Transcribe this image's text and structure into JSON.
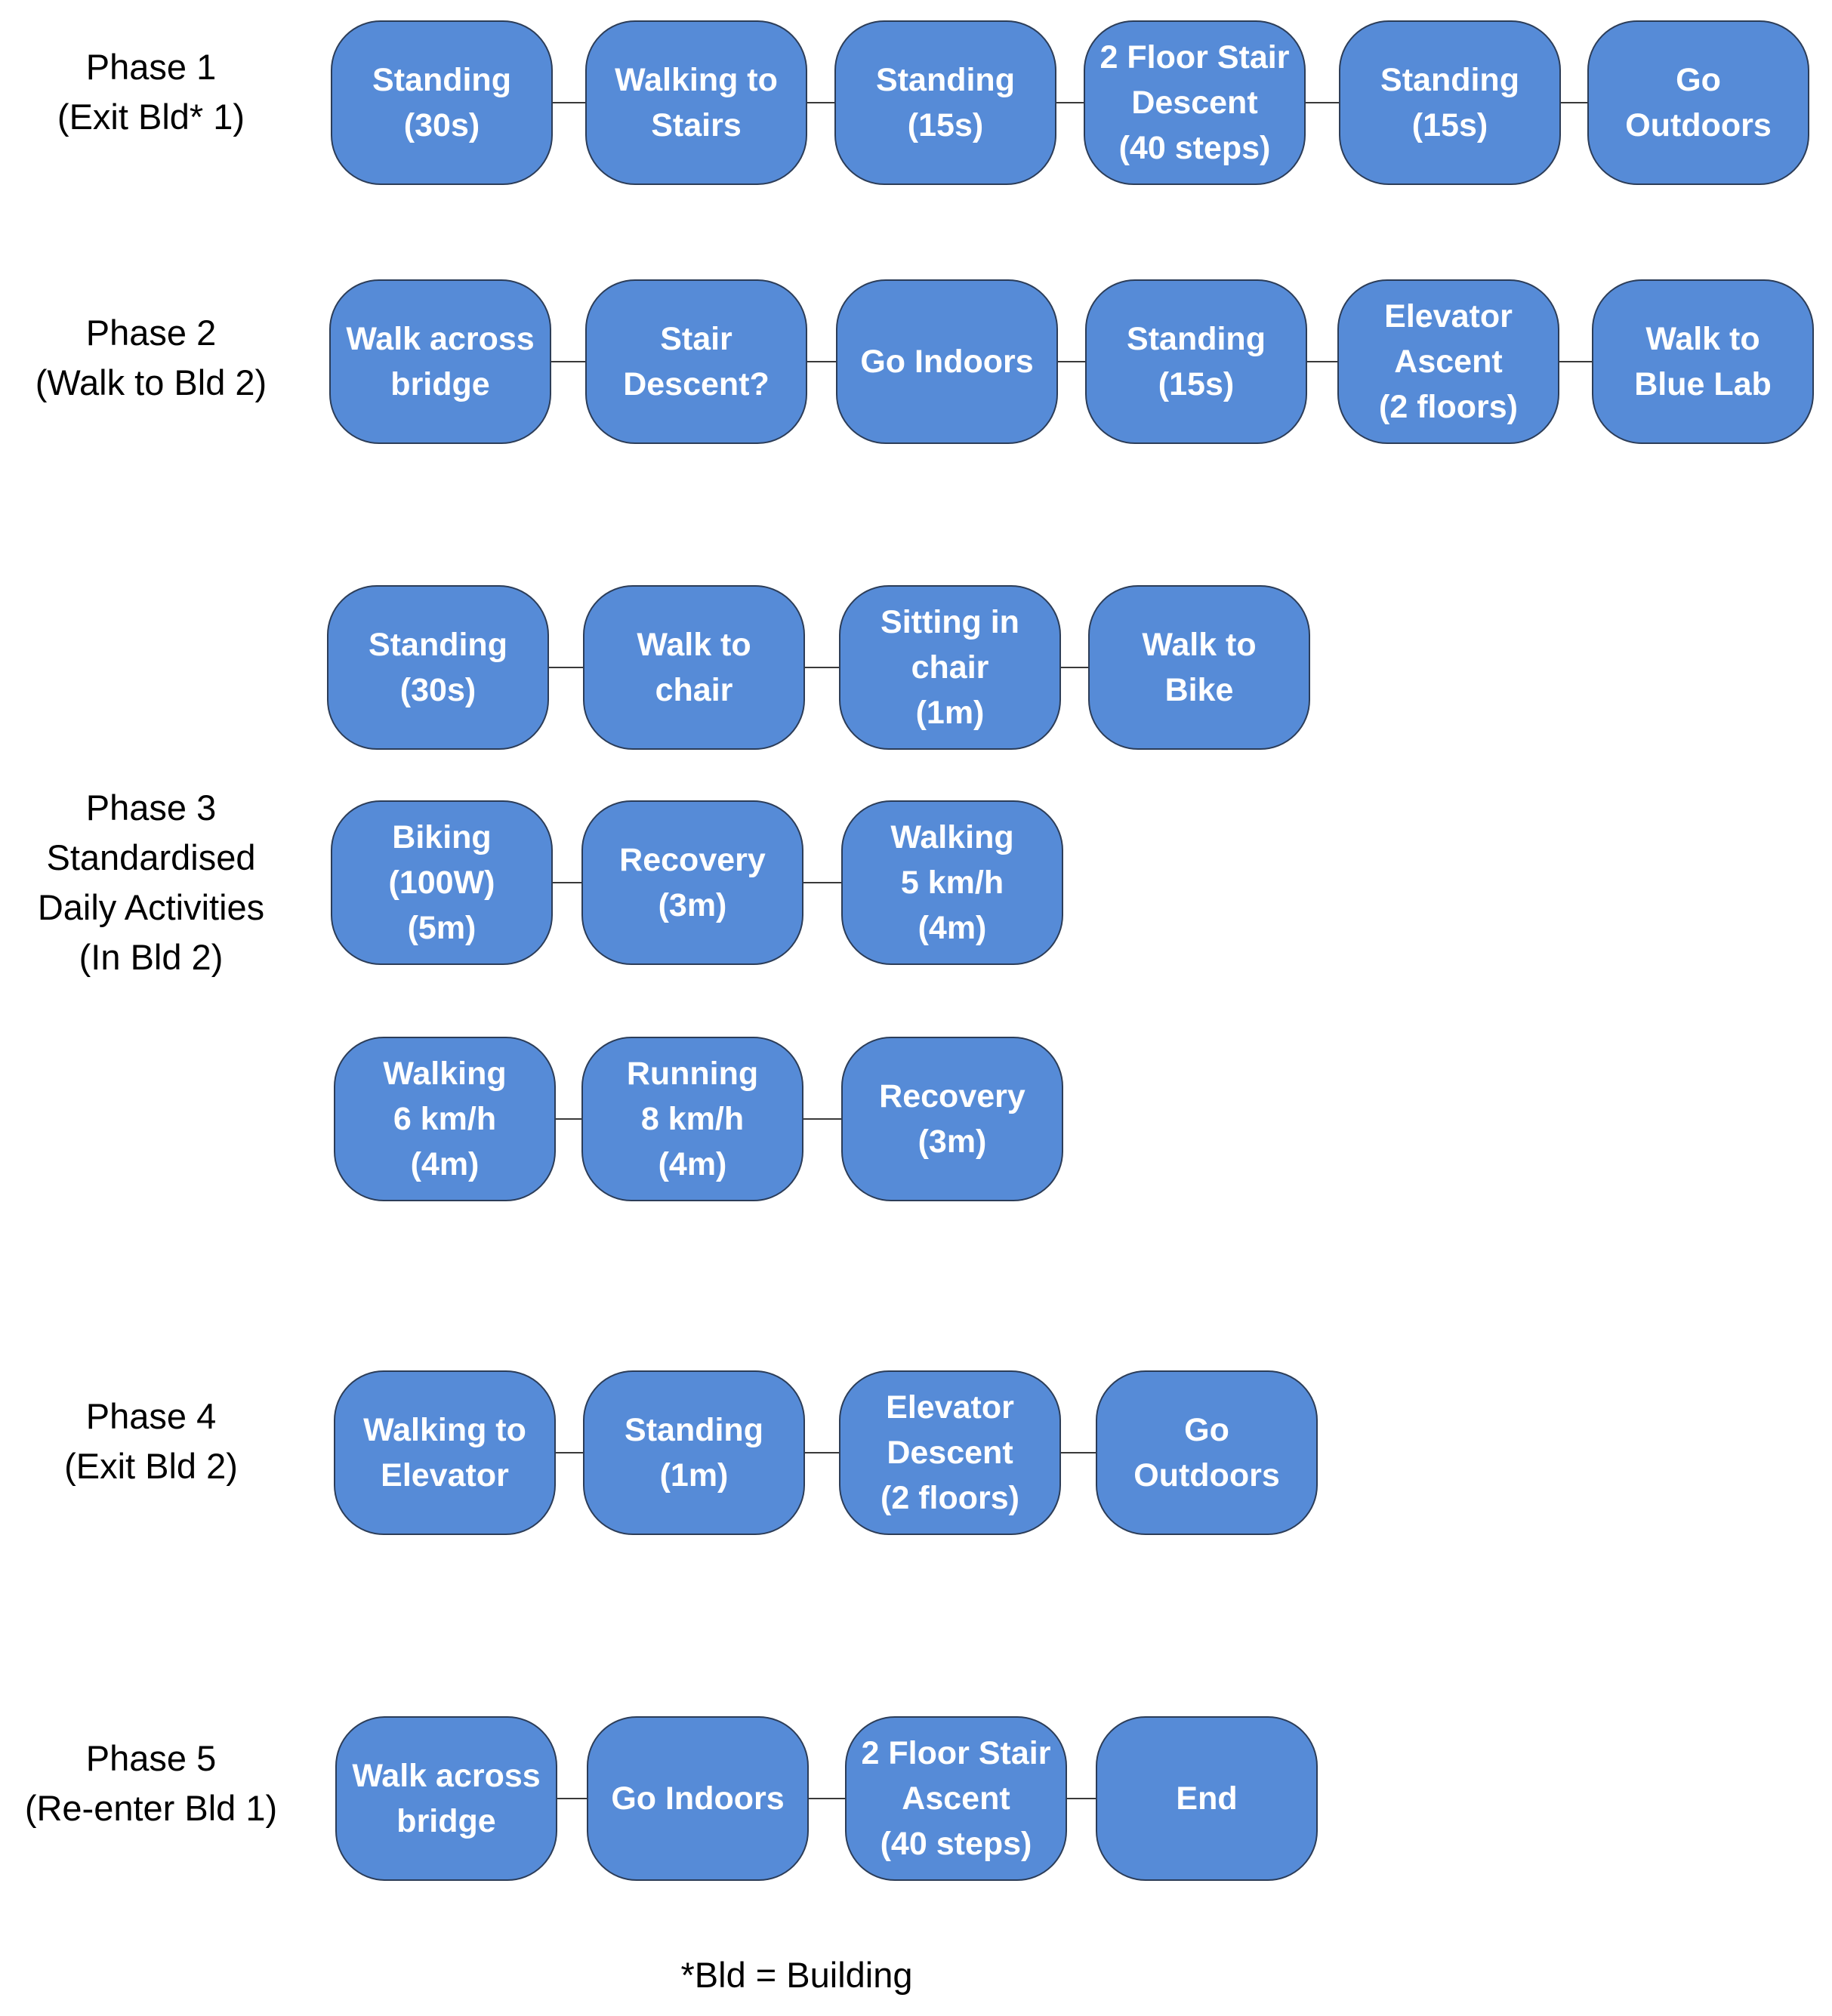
{
  "phases": [
    {
      "label": "Phase 1\n(Exit Bld* 1)",
      "rows": [
        [
          "Standing\n(30s)",
          "Walking to\nStairs",
          "Standing\n(15s)",
          "2 Floor Stair\nDescent\n(40 steps)",
          "Standing\n(15s)",
          "Go\nOutdoors"
        ]
      ]
    },
    {
      "label": "Phase 2\n(Walk to Bld 2)",
      "rows": [
        [
          "Walk across\nbridge",
          "Stair\nDescent?",
          "Go Indoors",
          "Standing\n(15s)",
          "Elevator\nAscent\n(2 floors)",
          "Walk to\nBlue Lab"
        ]
      ]
    },
    {
      "label": "Phase 3\nStandardised\nDaily Activities\n(In Bld 2)",
      "rows": [
        [
          "Standing\n(30s)",
          "Walk to\nchair",
          "Sitting in\nchair\n(1m)",
          "Walk to\nBike"
        ],
        [
          "Biking\n(100W)\n(5m)",
          "Recovery\n(3m)",
          "Walking\n5 km/h\n(4m)"
        ],
        [
          "Walking\n6 km/h\n(4m)",
          "Running\n8 km/h\n(4m)",
          "Recovery\n(3m)"
        ]
      ]
    },
    {
      "label": "Phase 4\n(Exit Bld 2)",
      "rows": [
        [
          "Walking to\nElevator",
          "Standing\n(1m)",
          "Elevator\nDescent\n(2 floors)",
          "Go\nOutdoors"
        ]
      ]
    },
    {
      "label": "Phase 5\n(Re-enter Bld 1)",
      "rows": [
        [
          "Walk across\nbridge",
          "Go Indoors",
          "2 Floor Stair\nAscent\n(40 steps)",
          "End"
        ]
      ]
    }
  ],
  "footnote": "*Bld = Building",
  "colors": {
    "box_fill": "#568bd7",
    "box_border": "#2c3d58",
    "box_text": "#ffffff",
    "connector": "#3a3a3a",
    "label_text": "#000000"
  }
}
